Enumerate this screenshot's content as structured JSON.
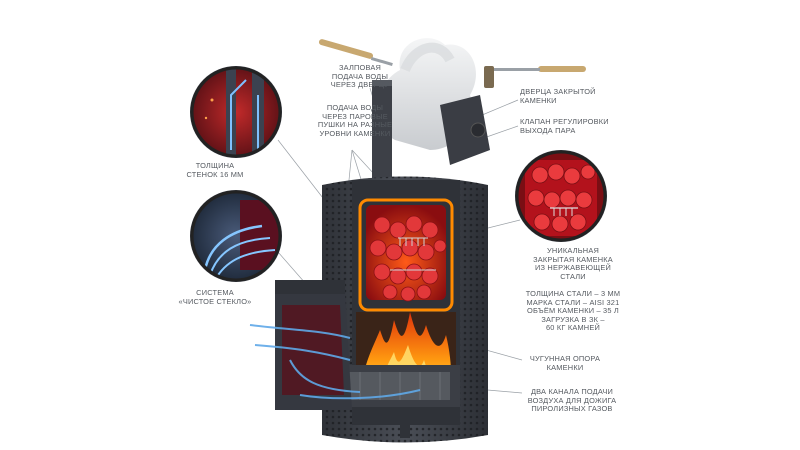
{
  "callouts": {
    "zalpovaya": "ЗАЛПОВАЯ\nПОДАЧА ВОДЫ\nЧЕРЕЗ ДВЕРЦУ",
    "podacha": "ПОДАЧА ВОДЫ\nЧЕРЕЗ ПАРОВЫЕ\nПУШКИ НА РАЗНЫЕ\nУРОВНИ КАМЕНКИ",
    "dvertsa": "ДВЕРЦА ЗАКРЫТОЙ\nКАМЕНКИ",
    "klapan": "КЛАПАН РЕГУЛИРОВКИ\nВЫХОДА ПАРА",
    "tolschina_stenok": "ТОЛЩИНА\nСТЕНОК 16 ММ",
    "sistema": "СИСТЕМА\n«ЧИСТОЕ СТЕКЛО»",
    "unikalnaya": "УНИКАЛЬНАЯ\nЗАКРЫТАЯ КАМЕНКА\nИЗ НЕРЖАВЕЮЩЕЙ\nСТАЛИ",
    "spec": "ТОЛЩИНА СТАЛИ – 3 ММ\nМАРКА СТАЛИ – AISI 321\nОБЪЁМ КАМЕНКИ – 35 Л\nЗАГРУЗКА В ЗК –\n60 КГ КАМНЕЙ",
    "opora": "ЧУГУННАЯ ОПОРА\nКАМЕНКИ",
    "dva_kanala": "ДВА КАНАЛА ПОДАЧИ\nВОЗДУХА ДЛЯ ДОЖИГА\nПИРОЛИЗНЫХ ГАЗОВ"
  },
  "colors": {
    "label_text": "#555a60",
    "leader": "#9aa0a6",
    "metal_dark": "#3a3d44",
    "fire": "#ff8a00",
    "stones": "#e2383a",
    "chamber_glow": "#c7181e",
    "air_flow": "#5fa8e8"
  },
  "icons": [
    "magnifier-thermal-wall",
    "magnifier-clean-glass",
    "magnifier-stone-chamber",
    "water-ladle",
    "steam-cloud",
    "flame"
  ]
}
